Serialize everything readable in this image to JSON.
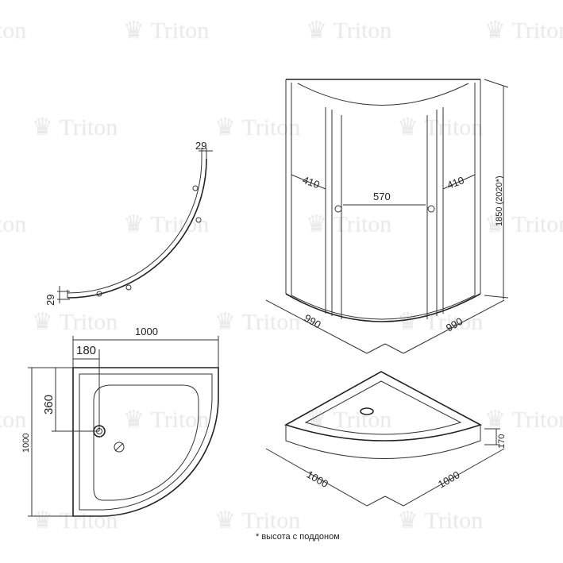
{
  "watermark": {
    "brand": "Triton",
    "crown_glyph": "♛"
  },
  "top_view": {
    "profile_width": "29",
    "profile_height": "29"
  },
  "tray_plan": {
    "width": "1000",
    "depth": "1000",
    "drain_x": "180",
    "drain_y": "360"
  },
  "cabin": {
    "side_panel_left": "410",
    "door_opening": "570",
    "side_panel_right": "410",
    "height": "1850 (2020*)",
    "depth_left": "990",
    "depth_right": "990"
  },
  "tray_3d": {
    "side_left": "1000",
    "side_right": "1000",
    "height": "170"
  },
  "footnote": "* высота с поддоном"
}
